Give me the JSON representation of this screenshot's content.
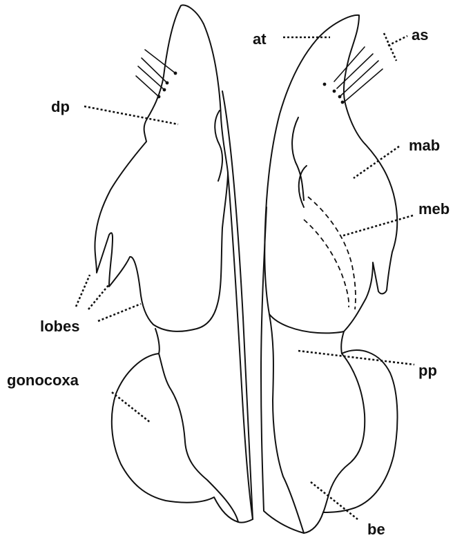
{
  "labels": {
    "at": "at",
    "as": "as",
    "dp": "dp",
    "mab": "mab",
    "meb": "meb",
    "lobes": "lobes",
    "pp": "pp",
    "gonocoxa": "gonocoxa",
    "be": "be"
  }
}
